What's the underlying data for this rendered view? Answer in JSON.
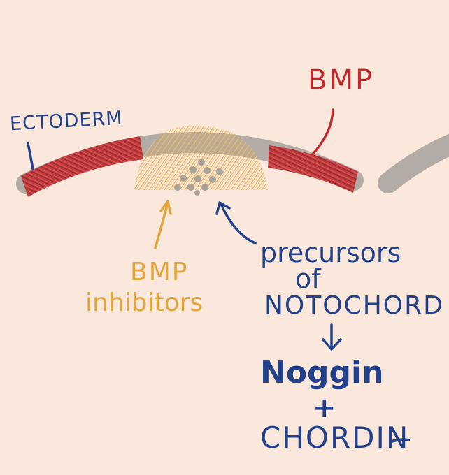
{
  "labels": {
    "ectoderm": "ECTODERM",
    "bmp": "BMP",
    "inhibitors_line1": "BMP",
    "inhibitors_line2": "inhibitors",
    "precursors_line1": "precursors",
    "precursors_line2": "of",
    "precursors_line3": "NOTOCHORD",
    "noggin": "Noggin",
    "plus": "+",
    "chordin": "CHORDIN"
  },
  "colors": {
    "background": "#fbe8dc",
    "ectoderm_band": "#b3aca6",
    "bmp_red": "#c0282b",
    "inhibitor_orange": "#e3a43a",
    "precursor_dots": "#a9a297",
    "label_blue": "#23408a"
  }
}
